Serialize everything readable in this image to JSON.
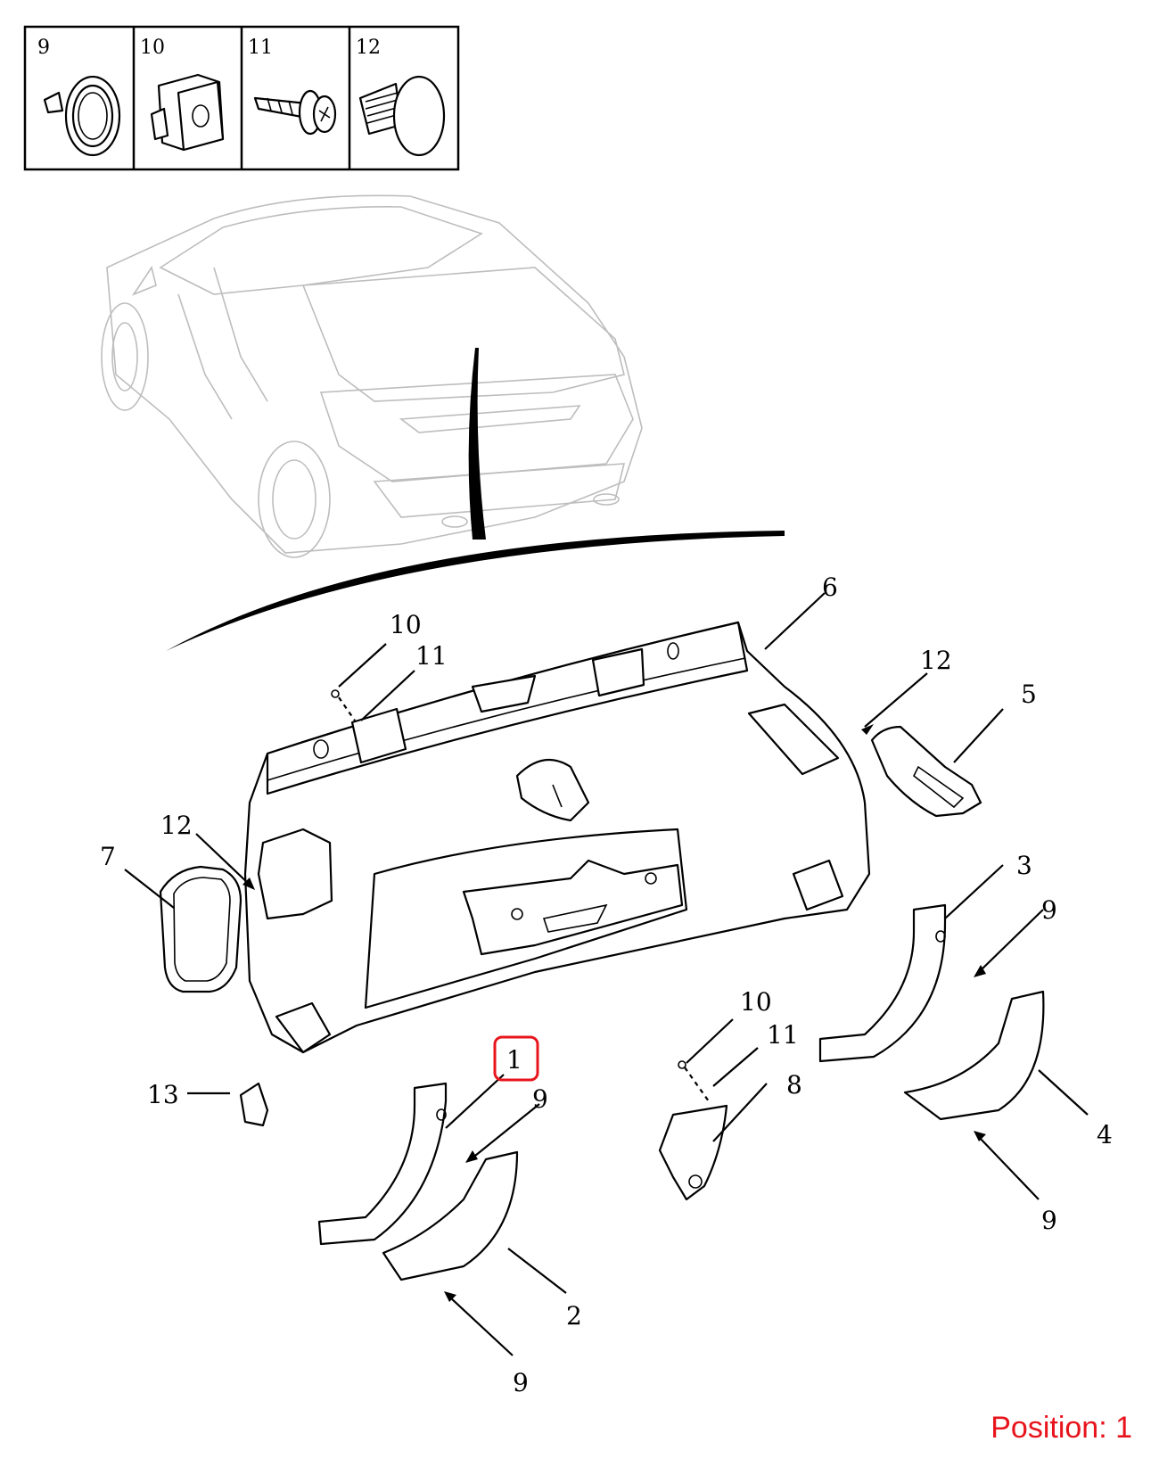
{
  "legend": [
    {
      "number": "9",
      "icon": "push-rivet-icon"
    },
    {
      "number": "10",
      "icon": "clip-nut-icon"
    },
    {
      "number": "11",
      "icon": "screw-icon"
    },
    {
      "number": "12",
      "icon": "fir-tree-clip-icon"
    }
  ],
  "callouts": {
    "c1": "1",
    "c2": "2",
    "c3": "3",
    "c4": "4",
    "c5": "5",
    "c6": "6",
    "c7": "7",
    "c8": "8",
    "c9a": "9",
    "c9b": "9",
    "c9c": "9",
    "c9d": "9",
    "c10a": "10",
    "c10b": "10",
    "c11a": "11",
    "c11b": "11",
    "c12a": "12",
    "c12b": "12",
    "c13": "13"
  },
  "position": {
    "text": "Position: 1",
    "color": "#e8141c"
  },
  "highlight_color": "#e8141c"
}
